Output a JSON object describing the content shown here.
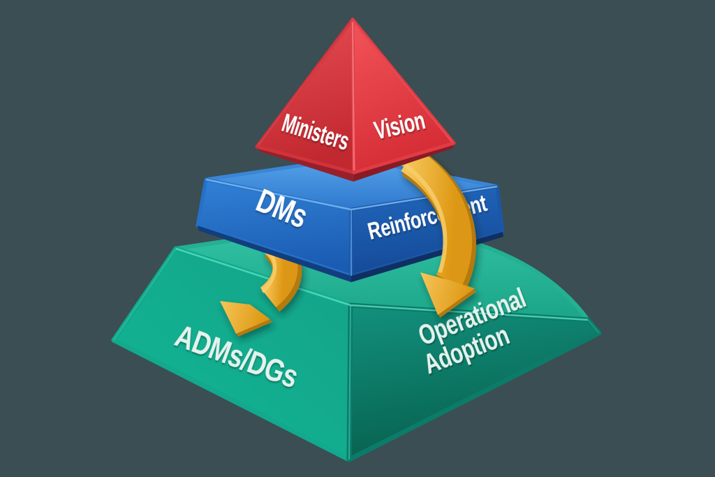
{
  "background_color": "#3a4e54",
  "diagram": {
    "type": "3d-layered-pyramid",
    "levels": [
      {
        "position": "top",
        "left_face_label": "Ministers",
        "right_face_label": "Vision",
        "color": "#dd3940"
      },
      {
        "position": "middle",
        "left_face_label": "DMs",
        "right_face_label": "Reinforcement",
        "color": "#2775cb"
      },
      {
        "position": "bottom",
        "left_face_label": "ADMs/DGs",
        "right_face_label": "Operational Adoption",
        "right_face_label_lines": [
          "Operational",
          "Adoption"
        ],
        "color": "#13a188"
      }
    ],
    "arrows": [
      {
        "name": "right-flow-arrow",
        "from_level": "top",
        "to_level": "bottom",
        "color": "#eaa51e"
      },
      {
        "name": "left-flow-arrow",
        "from_level": "middle",
        "to_level": "bottom",
        "color": "#eaa51e"
      }
    ]
  },
  "colors": {
    "red_left_face": "#d5343c",
    "red_right_face": "#e9444b",
    "red_bottom_edge": "#97202a",
    "red_bottom_edge_right": "#891b25",
    "blue_top_surface": "#3d87d6",
    "blue_left_face": "#2677cd",
    "blue_right_face": "#1c5cab",
    "blue_bottom_edge": "#133e7e",
    "blue_bottom_edge_right": "#102f62",
    "green_top_surface": "#29b89a",
    "green_left_face": "#14a78b",
    "green_right_face": "#0d8170",
    "arrow_fill": "#eaa51e",
    "arrow_edge": "#b47a10",
    "arrow_highlight": "#f8d06e",
    "label_color": "#ffffff",
    "green_label_color": "#e4f2ec"
  }
}
